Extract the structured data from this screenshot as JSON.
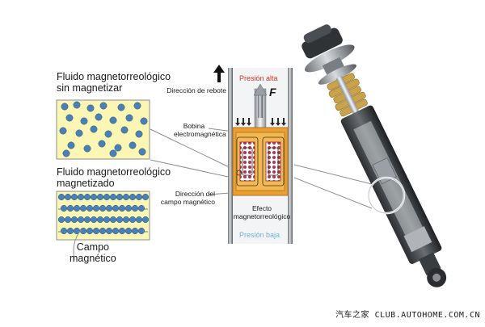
{
  "fluid_unmagnetized": {
    "line1": "Fluido magnetorreológico",
    "line2": "sin magnetizar"
  },
  "fluid_magnetized": {
    "line1": "Fluido magnetorreológico",
    "line2": "magnetizado"
  },
  "field_label": {
    "line1": "Campo",
    "line2": "magnético"
  },
  "rebound_direction": "Dirección de rebote",
  "high_pressure": "Presión alta",
  "low_pressure": "Presión baja",
  "force_symbol": "F",
  "coil": {
    "line1": "Bobina",
    "line2": "electromagnética"
  },
  "field_direction": {
    "line1": "Dirección del",
    "line2": "campo magnético"
  },
  "mr_effect": {
    "line1": "Efecto",
    "line2": "magnetorreológico"
  },
  "watermark": "汽车之家 CLUB.AUTOHOME.COM.CN",
  "colors": {
    "fluid_yellow": "#fbf6b4",
    "particle_blue": "#4a80b4",
    "coil_orange": "#e8a030",
    "pressure_red": "#d9342b",
    "pressure_blue": "#6fb3d8"
  }
}
